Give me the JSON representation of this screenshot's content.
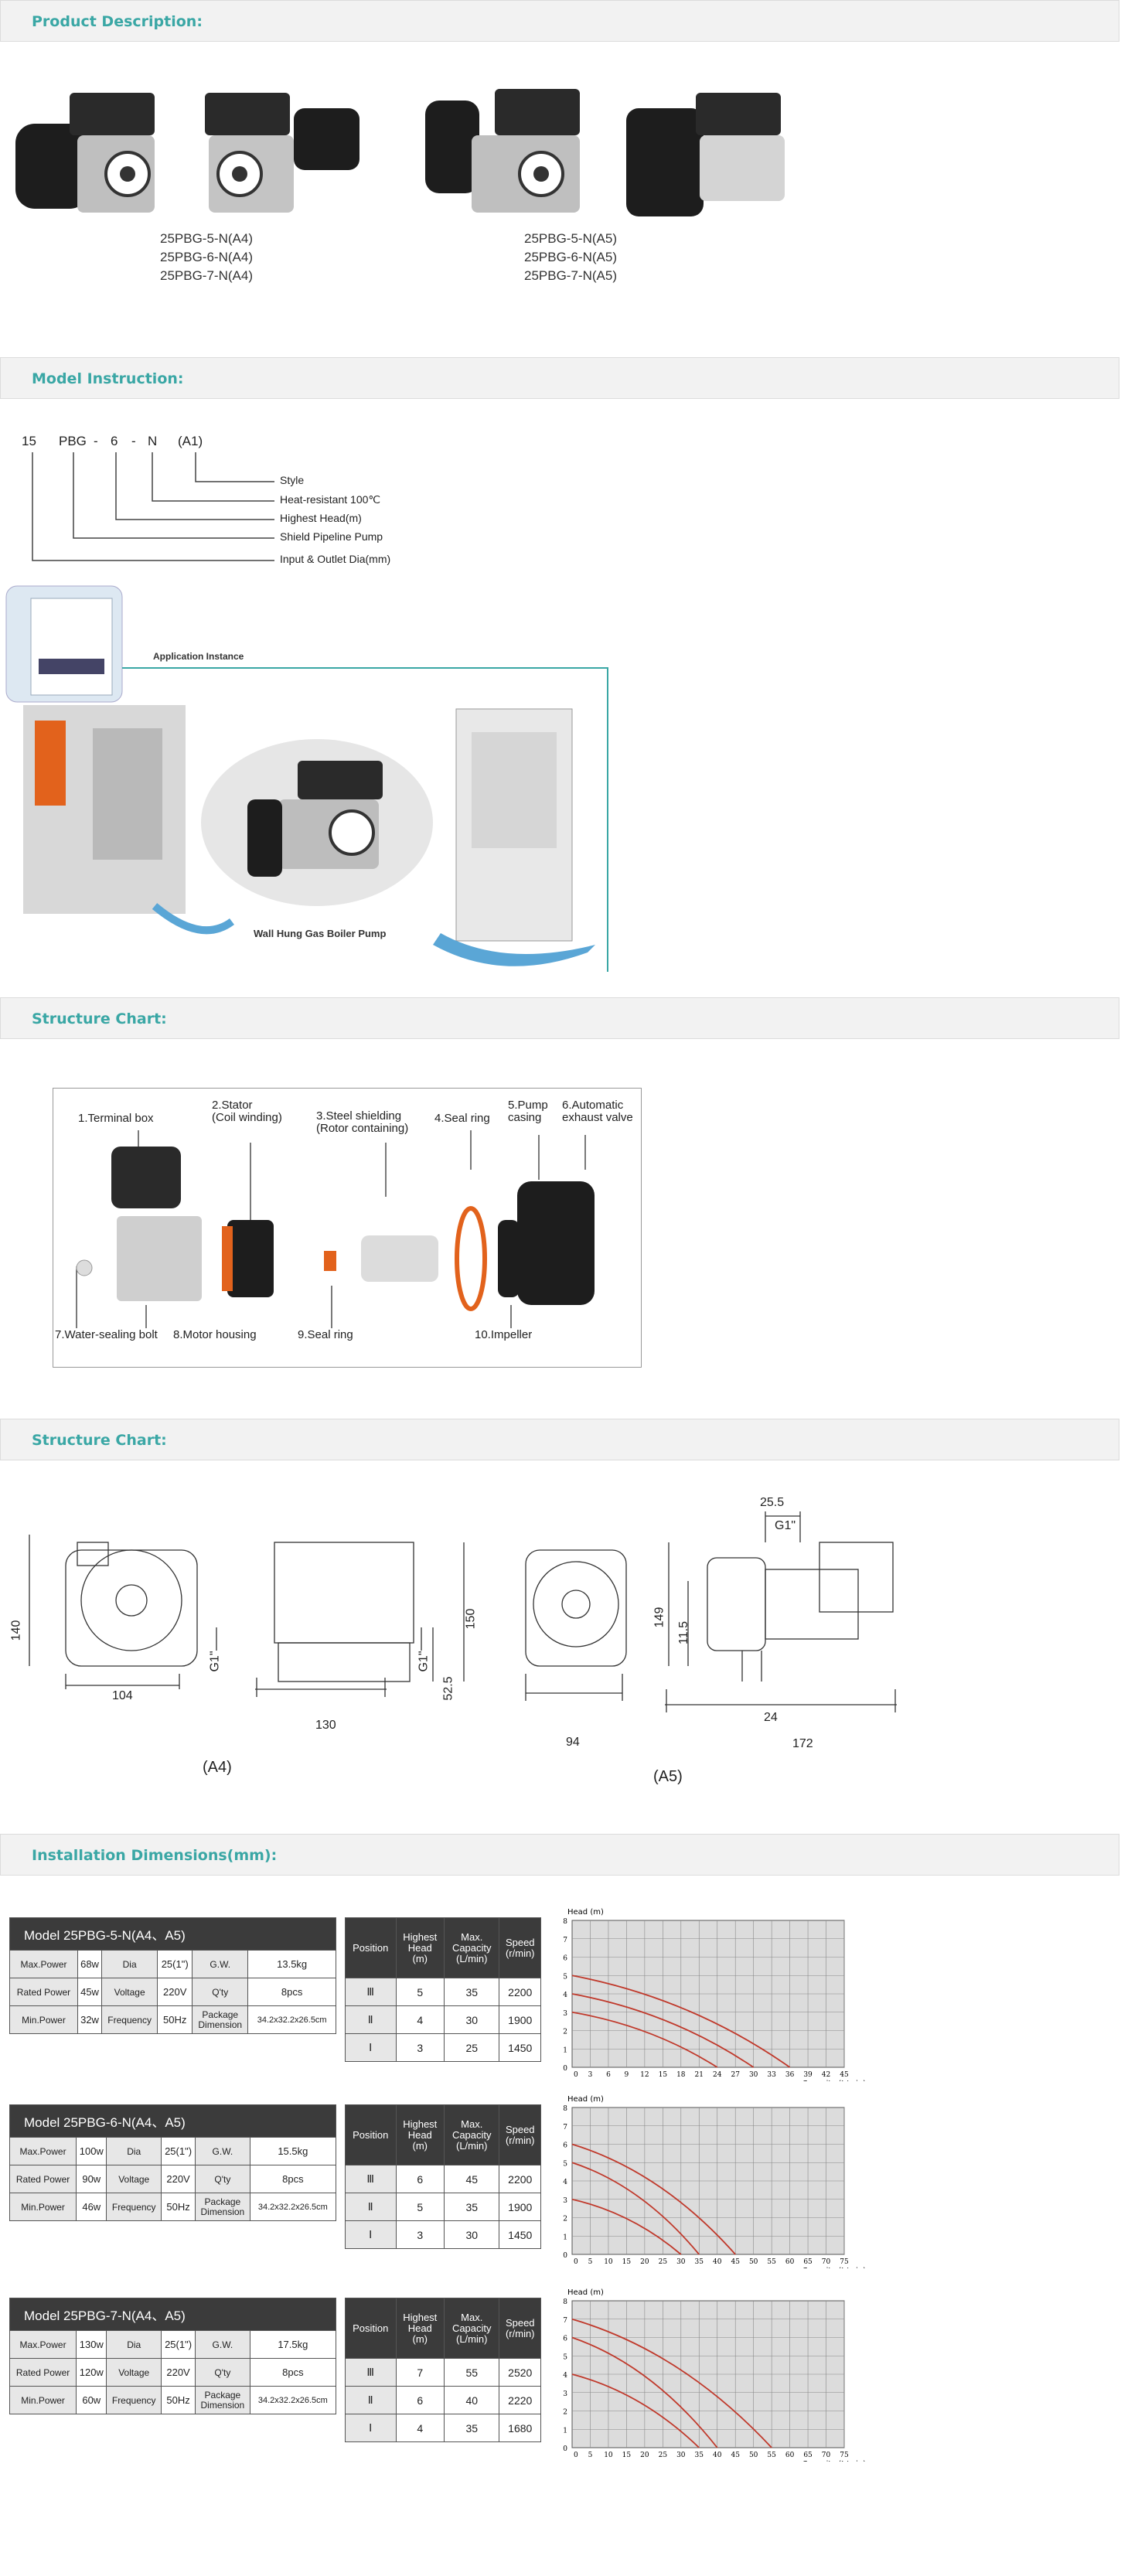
{
  "sections": {
    "product": "Product Description:",
    "model": "Model Instruction:",
    "structure1": "Structure Chart:",
    "structure2": "Structure Chart:",
    "install": "Installation Dimensions(mm):"
  },
  "products": {
    "a4": [
      "25PBG-5-N(A4)",
      "25PBG-6-N(A4)",
      "25PBG-7-N(A4)"
    ],
    "a5": [
      "25PBG-5-N(A5)",
      "25PBG-6-N(A5)",
      "25PBG-7-N(A5)"
    ]
  },
  "model_code": {
    "parts": [
      "15",
      "PBG",
      "6",
      "N",
      "(A1)"
    ],
    "labels": [
      "Style",
      "Heat-resistant 100℃",
      "Highest Head(m)",
      "Shield Pipeline Pump",
      "Input & Outlet Dia(mm)"
    ]
  },
  "application": {
    "title": "Application Instance",
    "caption": "Wall Hung Gas Boiler Pump"
  },
  "structure": {
    "labels": {
      "terminal": "1.Terminal box",
      "stator": "2.Stator\n(Coil winding)",
      "shield": "3.Steel shielding\n(Rotor containing)",
      "seal4": "4.Seal ring",
      "casing": "5.Pump\ncasing",
      "exhaust": "6.Automatic\nexhaust valve",
      "bolt": "7.Water-sealing bolt",
      "housing": "8.Motor housing",
      "seal9": "9.Seal ring",
      "impeller": "10.Impeller"
    }
  },
  "dims": {
    "a4": {
      "h140": "140",
      "w104": "104",
      "w130": "130",
      "h150": "150",
      "g1a": "G1\"",
      "g1b": "G1\"",
      "d52": "52.5",
      "tag": "(A4)"
    },
    "a5": {
      "h149": "149",
      "w94": "94",
      "w172": "172",
      "d25": "25.5",
      "g1": "G1\"",
      "d11": "11.5",
      "d24": "24",
      "tag": "(A5)"
    }
  },
  "specs": [
    {
      "model": "Model   25PBG-5-N(A4、A5)",
      "maxp": "68w",
      "ratedp": "45w",
      "minp": "32w",
      "dia": "25(1\")",
      "voltage": "220V",
      "freq": "50Hz",
      "gw": "13.5kg",
      "qty": "8pcs",
      "pkg": "34.2x32.2x26.5cm",
      "positions": [
        [
          "Ⅲ",
          "5",
          "35",
          "2200"
        ],
        [
          "Ⅱ",
          "4",
          "30",
          "1900"
        ],
        [
          "Ⅰ",
          "3",
          "25",
          "1450"
        ]
      ],
      "xticks": [
        "3",
        "6",
        "9",
        "12",
        "15",
        "18",
        "21",
        "24",
        "27",
        "30",
        "33",
        "36",
        "39",
        "42",
        "45"
      ]
    },
    {
      "model": "Model   25PBG-6-N(A4、A5)",
      "maxp": "100w",
      "ratedp": "90w",
      "minp": "46w",
      "dia": "25(1\")",
      "voltage": "220V",
      "freq": "50Hz",
      "gw": "15.5kg",
      "qty": "8pcs",
      "pkg": "34.2x32.2x26.5cm",
      "positions": [
        [
          "Ⅲ",
          "6",
          "45",
          "2200"
        ],
        [
          "Ⅱ",
          "5",
          "35",
          "1900"
        ],
        [
          "Ⅰ",
          "3",
          "30",
          "1450"
        ]
      ],
      "xticks": [
        "5",
        "10",
        "15",
        "20",
        "25",
        "30",
        "35",
        "40",
        "45",
        "50",
        "55",
        "60",
        "65",
        "70",
        "75"
      ]
    },
    {
      "model": "Model   25PBG-7-N(A4、A5)",
      "maxp": "130w",
      "ratedp": "120w",
      "minp": "60w",
      "dia": "25(1\")",
      "voltage": "220V",
      "freq": "50Hz",
      "gw": "17.5kg",
      "qty": "8pcs",
      "pkg": "34.2x32.2x26.5cm",
      "positions": [
        [
          "Ⅲ",
          "7",
          "55",
          "2520"
        ],
        [
          "Ⅱ",
          "6",
          "40",
          "2220"
        ],
        [
          "Ⅰ",
          "4",
          "35",
          "1680"
        ]
      ],
      "xticks": [
        "5",
        "10",
        "15",
        "20",
        "25",
        "30",
        "35",
        "40",
        "45",
        "50",
        "55",
        "60",
        "65",
        "70",
        "75"
      ]
    }
  ],
  "table_labels": {
    "maxpower": "Max.Power",
    "ratedpower": "Rated Power",
    "minpower": "Min.Power",
    "dia": "Dia",
    "voltage": "Voltage",
    "frequency": "Frequency",
    "gw": "G.W.",
    "qty": "Q'ty",
    "package": "Package\nDimension",
    "position": "Position",
    "head": "Highest\nHead\n(m)",
    "capacity": "Max.\nCapacity\n(L/min)",
    "speed": "Speed\n(r/min)"
  },
  "chart_data": [
    {
      "type": "line",
      "ylabel": "Head (m)",
      "xlabel": "Capacity (L/min)",
      "ylim": [
        0,
        8
      ],
      "xlim": [
        0,
        45
      ],
      "grid": true,
      "series": [
        {
          "values": [
            [
              0,
              5
            ],
            [
              36,
              0
            ]
          ]
        },
        {
          "values": [
            [
              0,
              4
            ],
            [
              30,
              0
            ]
          ]
        },
        {
          "values": [
            [
              0,
              3
            ],
            [
              24,
              0
            ]
          ]
        }
      ]
    },
    {
      "type": "line",
      "ylabel": "Head (m)",
      "xlabel": "Capacity (L/min)",
      "ylim": [
        0,
        8
      ],
      "xlim": [
        0,
        75
      ],
      "grid": true,
      "series": [
        {
          "values": [
            [
              0,
              6
            ],
            [
              45,
              0
            ]
          ]
        },
        {
          "values": [
            [
              0,
              5
            ],
            [
              35,
              0
            ]
          ]
        },
        {
          "values": [
            [
              0,
              3
            ],
            [
              30,
              0
            ]
          ]
        }
      ]
    },
    {
      "type": "line",
      "ylabel": "Head (m)",
      "xlabel": "Capacity (L/min)",
      "ylim": [
        0,
        8
      ],
      "xlim": [
        0,
        75
      ],
      "grid": true,
      "series": [
        {
          "values": [
            [
              0,
              7
            ],
            [
              55,
              0
            ]
          ]
        },
        {
          "values": [
            [
              0,
              6
            ],
            [
              40,
              0
            ]
          ]
        },
        {
          "values": [
            [
              0,
              4
            ],
            [
              35,
              0
            ]
          ]
        }
      ]
    }
  ],
  "colors": {
    "accent": "#3aa7a5",
    "curve": "#c0392b",
    "header": "#3b3b3b"
  }
}
